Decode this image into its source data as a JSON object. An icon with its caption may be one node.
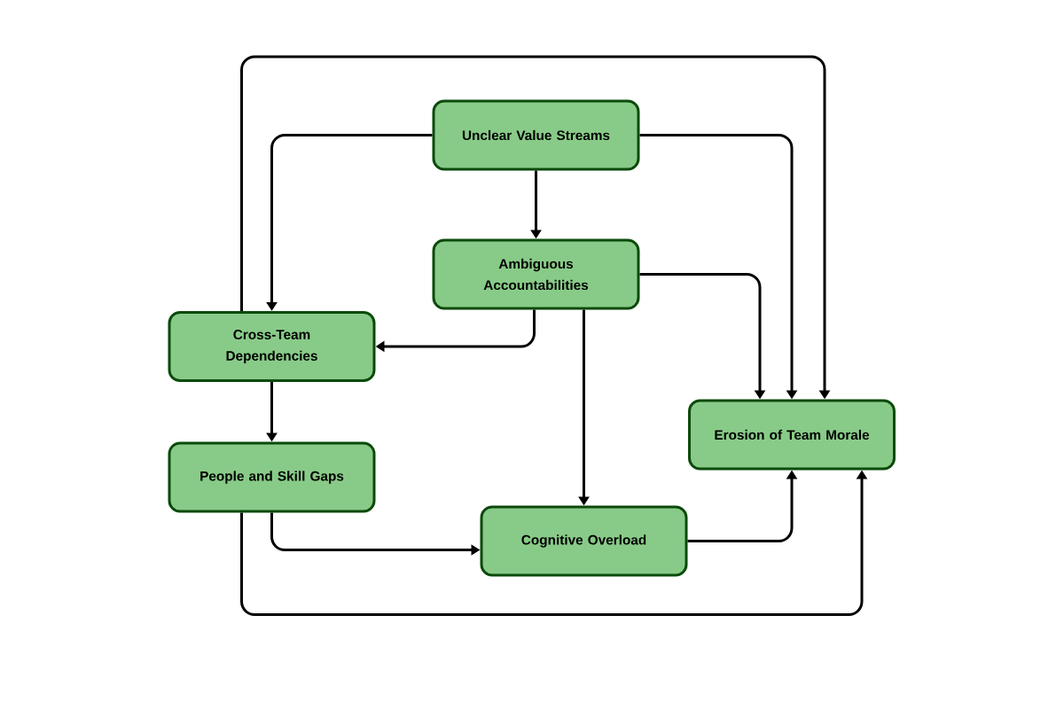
{
  "diagram": {
    "nodes": [
      {
        "text": [
          "Unclear Value Streams"
        ]
      },
      {
        "text": [
          "Ambiguous Accountabilities"
        ]
      },
      {
        "text": [
          "Cross-Team Dependencies"
        ]
      },
      {
        "text": [
          "People and Skill Gaps"
        ]
      },
      {
        "text": [
          "Cognitive Overload"
        ]
      },
      {
        "text": [
          "Erosion of Team Morale"
        ]
      }
    ],
    "edges": [
      {
        "from": 0,
        "to": 1,
        "arrow": "to"
      },
      {
        "from": 0,
        "to": 2,
        "arrow": "to"
      },
      {
        "from": 0,
        "to": 5,
        "arrow": "to"
      },
      {
        "from": 1,
        "to": 2,
        "arrow": "to"
      },
      {
        "from": 1,
        "to": 5,
        "arrow": "to"
      },
      {
        "from": 1,
        "to": 4,
        "arrow": "to"
      },
      {
        "from": 2,
        "to": 3,
        "arrow": "to"
      },
      {
        "from": 2,
        "to": 5,
        "arrow": "to"
      },
      {
        "from": 3,
        "to": 4,
        "arrow": "to"
      },
      {
        "from": 3,
        "to": 5,
        "arrow": "to"
      },
      {
        "from": 4,
        "to": 5,
        "arrow": "to"
      }
    ]
  }
}
